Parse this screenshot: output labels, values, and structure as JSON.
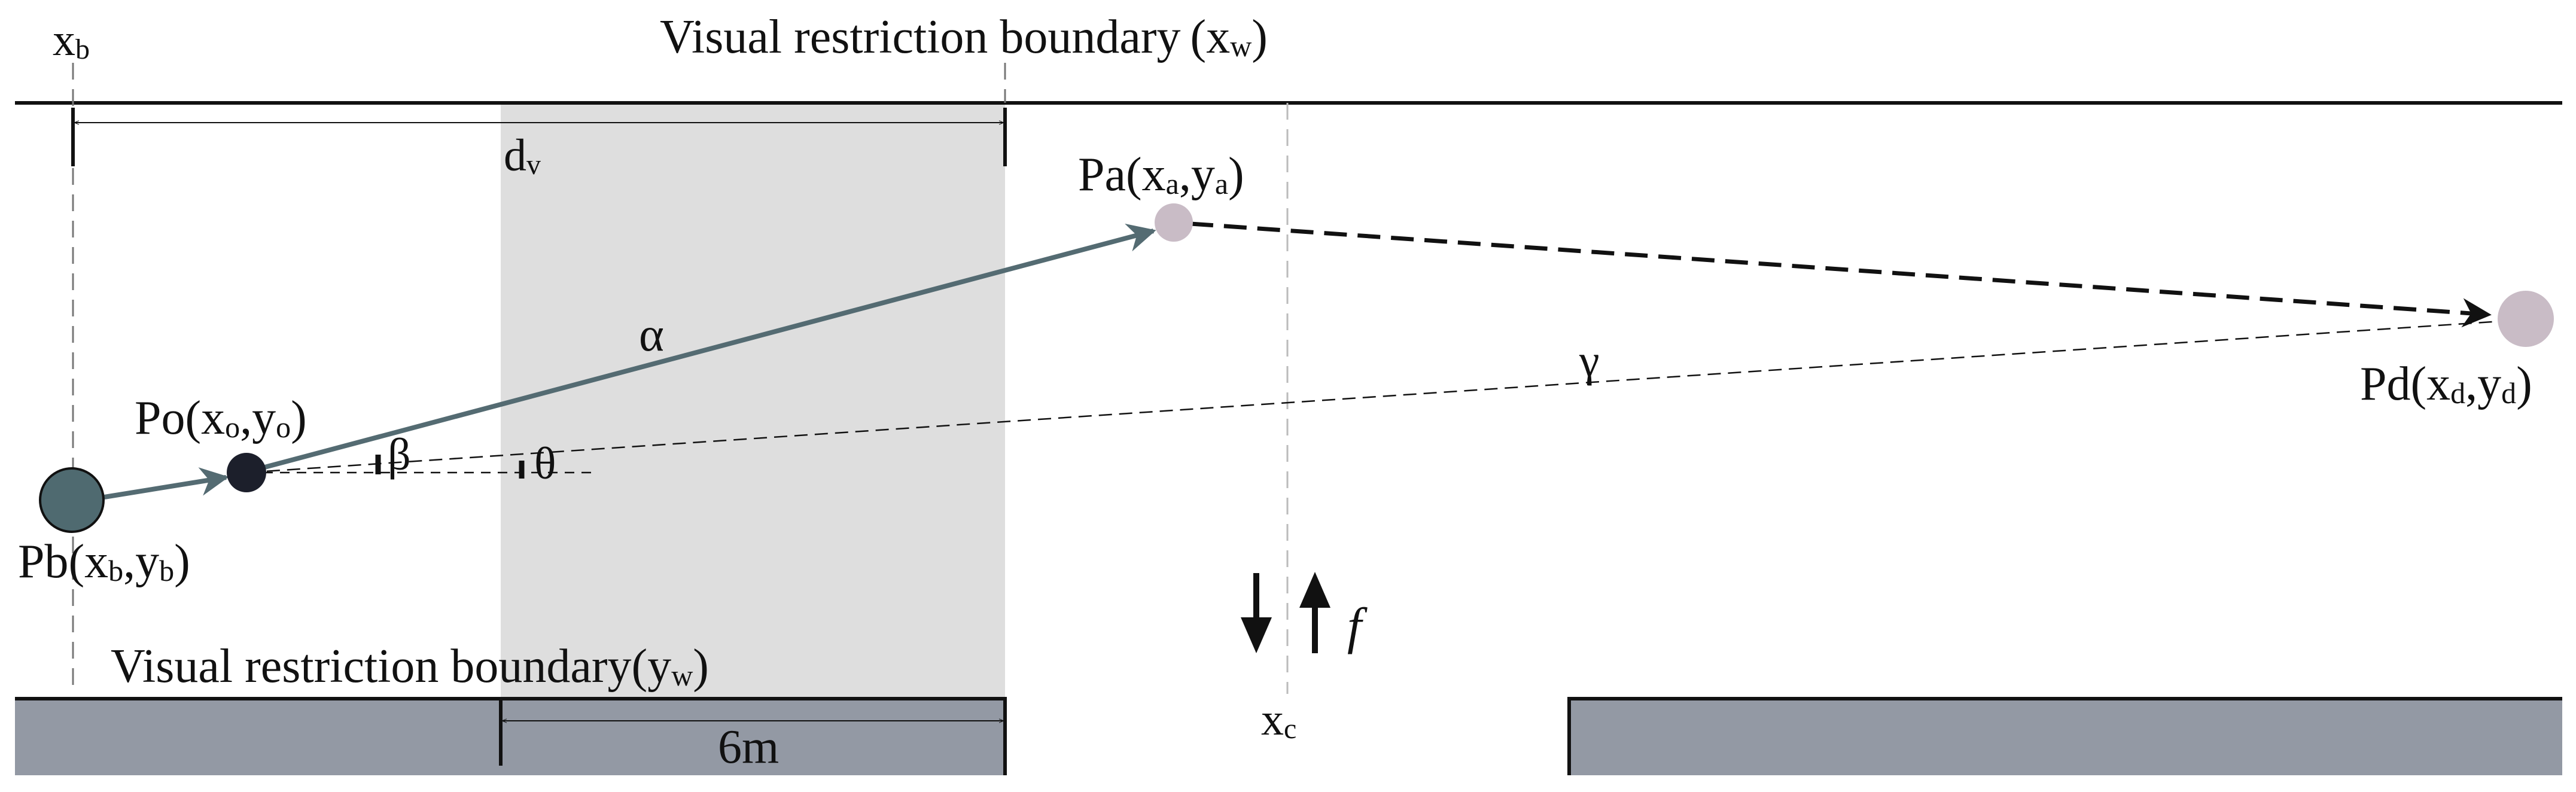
{
  "labels": {
    "xb": "x",
    "xb_sub": "b",
    "top_boundary": "Visual restriction boundary",
    "top_boundary_paren_open": "(x",
    "top_boundary_sub": "w",
    "top_boundary_paren_close": ")",
    "bottom_boundary": "Visual restriction boundary(y",
    "bottom_boundary_sub": "w",
    "bottom_boundary_close": ")",
    "dv": "d",
    "dv_sub": "v",
    "alpha": "α",
    "beta": "β",
    "theta": "θ",
    "gamma": "γ",
    "f": "f",
    "xc": "x",
    "xc_sub": "c",
    "six_m": "6m"
  },
  "points": {
    "pb": {
      "name": "Pb",
      "x": "x",
      "xs": "b",
      "y": "y",
      "ys": "b"
    },
    "po": {
      "name": "Po",
      "x": "x",
      "xs": "o",
      "y": "y",
      "ys": "o"
    },
    "pa": {
      "name": "Pa",
      "x": "x",
      "xs": "a",
      "y": "y",
      "ys": "a"
    },
    "pd": {
      "name": "Pd",
      "x": "x",
      "xs": "d",
      "y": "y",
      "ys": "d"
    }
  },
  "colors": {
    "path_arrow": "#546b72",
    "pb_fill": "#4f6a70",
    "po_fill": "#1c1f2b",
    "pa_fill": "#c9bcc6",
    "pd_fill": "#c9bcc6",
    "shaded_zone": "#dedede",
    "road_block": "#9399a4"
  }
}
